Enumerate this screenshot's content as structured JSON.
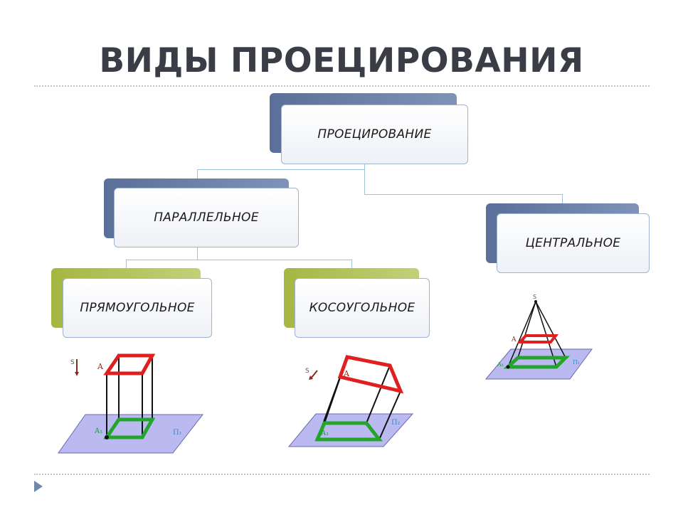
{
  "title": "ВИДЫ ПРОЕЦИРОВАНИЯ",
  "tree": {
    "root": "ПРОЕЦИРОВАНИЕ",
    "parallel": "ПАРАЛЛЕЛЬНОЕ",
    "central": "ЦЕНТРАЛЬНОЕ",
    "orthogonal": "ПРЯМОУГОЛЬНОЕ",
    "oblique": "КОСОУГОЛЬНОЕ"
  },
  "figures": {
    "orthogonal": {
      "s": "S",
      "a": "A",
      "a1": "A₁",
      "plane": "П₁"
    },
    "oblique": {
      "s": "S",
      "a": "A",
      "a1": "A₁",
      "plane": "П₁"
    },
    "central": {
      "s": "S",
      "a": "A",
      "a1": "A₁",
      "plane": "П₁"
    }
  },
  "colors": {
    "top_shape": "#e02020",
    "projection": "#22a52a",
    "plane": "#b8b8ee"
  }
}
